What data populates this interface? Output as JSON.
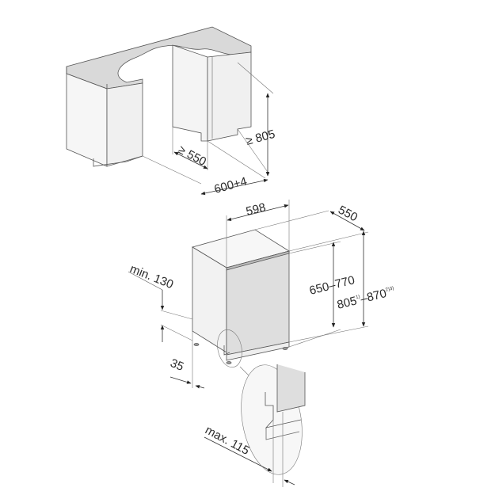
{
  "diagram": {
    "type": "installation dimensions drawing",
    "subject": "fully integrated dishwasher, niche and appliance dimensions (mm)",
    "colors": {
      "line": "#4a4a4a",
      "worktop": "#d9d9d9",
      "cabinet": "#f4f4f4",
      "door": "#dedede",
      "dimension": "#333333"
    }
  },
  "niche": {
    "height_label": "≥ 805",
    "depth_label": "≥ 550",
    "width_label": "600+4"
  },
  "appliance": {
    "width_label": "598",
    "depth_label": "550",
    "door_height_label": "650–770",
    "overall_height_label": "805",
    "overall_height_sup1": "1)",
    "overall_height_dash": "–870",
    "overall_height_sup2": "2)3)",
    "plinth_height_label": "min. 130",
    "plinth_offset_label": "35",
    "detail_depth_label": "max. 115"
  }
}
